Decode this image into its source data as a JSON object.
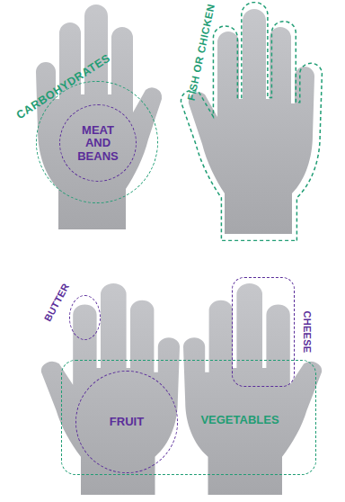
{
  "diagram": {
    "nodes": [
      {
        "text": [
          "CARBOHYDRATES"
        ]
      },
      {
        "text": [
          "MEAT AND BEANS"
        ],
        "in": 0
      },
      {
        "text": [
          "FISH OR CHICKEN"
        ]
      },
      {
        "text": [
          "BUTTER"
        ]
      },
      {
        "text": [
          "CHEESE"
        ]
      },
      {
        "text": [
          "VEGETABLES"
        ]
      },
      {
        "text": [
          "FRUIT"
        ],
        "in": 5
      }
    ]
  }
}
